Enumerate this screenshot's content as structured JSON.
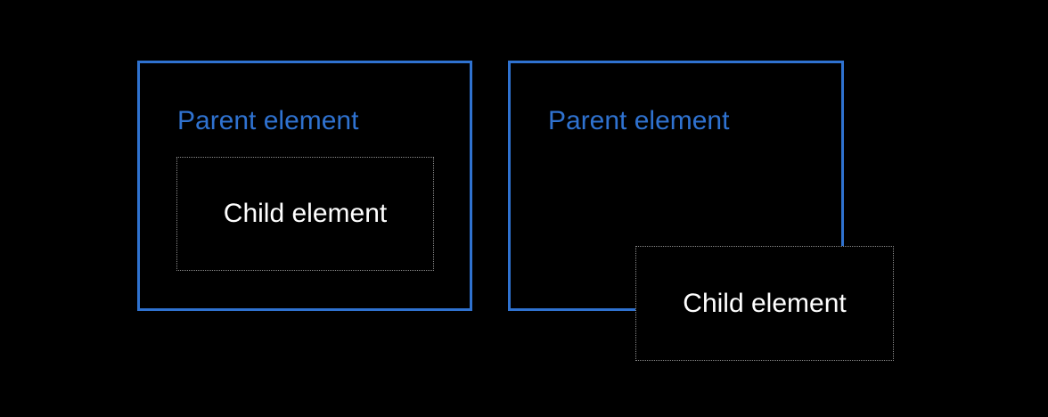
{
  "colors": {
    "background": "#000000",
    "parent_border": "#2f72d0",
    "parent_text": "#2f72d0",
    "child_border": "#8a8a8a",
    "child_text": "#ffffff"
  },
  "diagrams": [
    {
      "parent_label": "Parent element",
      "child_label": "Child element"
    },
    {
      "parent_label": "Parent element",
      "child_label": "Child element"
    }
  ]
}
